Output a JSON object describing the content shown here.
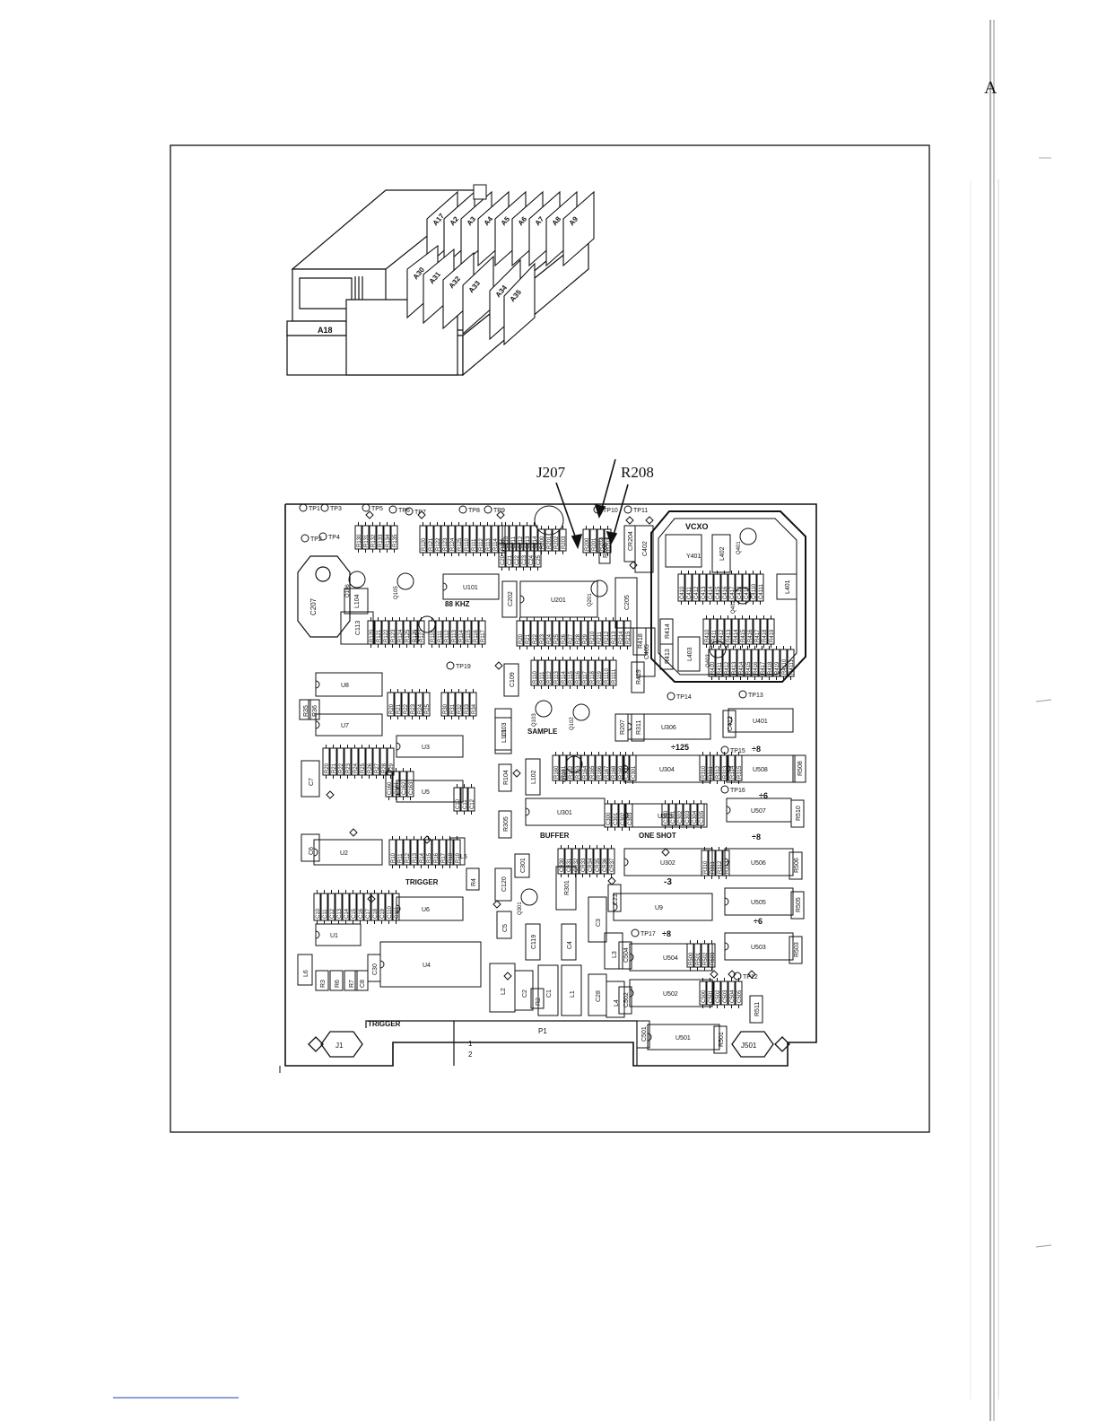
{
  "page": {
    "margin_letter": "A"
  },
  "chassis": {
    "modules_top": [
      "A17",
      "A2",
      "A3",
      "A4",
      "A5",
      "A6",
      "A7",
      "A8",
      "A9"
    ],
    "modules_bottom": [
      "A30",
      "A31",
      "A32",
      "A33",
      "A34",
      "A35"
    ],
    "module_front": "A18"
  },
  "callouts": {
    "j201": "J207",
    "r208": "R208"
  },
  "board": {
    "section_labels": {
      "vcxo": "VCXO",
      "khz": "88 KHZ",
      "sample": "SAMPLE",
      "div125": "÷125",
      "buffer": "BUFFER",
      "one_shot": "ONE SHOT",
      "trigger": "TRIGGER",
      "trigger2": "TRIGGER",
      "div3": "-3",
      "div6a": "÷6",
      "div6b": "÷6",
      "div8a": "÷8",
      "div8b": "÷8",
      "div8c": "÷8"
    },
    "test_points": [
      "TP1",
      "TP2",
      "TP3",
      "TP4",
      "TP5",
      "TP6",
      "TP7",
      "TP8",
      "TP9",
      "TP10",
      "TP11",
      "TP12",
      "TP13",
      "TP14",
      "TP15",
      "TP16",
      "TP17",
      "TP19"
    ],
    "ics": [
      "U1",
      "U2",
      "U3",
      "U4",
      "U5",
      "U6",
      "U7",
      "U8",
      "U9",
      "U101",
      "U201",
      "U301",
      "U302",
      "U303",
      "U304",
      "U306",
      "U401",
      "U501",
      "U502",
      "U503",
      "U504",
      "U505",
      "U506",
      "U507",
      "U508"
    ],
    "connectors": [
      "J1",
      "J501",
      "P1"
    ],
    "crystal": "Y401",
    "big_caps": [
      "C207",
      "C113",
      "C7",
      "C6",
      "C405",
      "C402",
      "C205"
    ],
    "misc_labels": [
      "L104",
      "L402",
      "L403",
      "L401",
      "L101",
      "L102",
      "L103",
      "L2",
      "L1",
      "L3",
      "L4",
      "L5",
      "L6",
      "C1",
      "C2",
      "C3",
      "C4",
      "C5",
      "C28",
      "C119",
      "C120",
      "R301",
      "R511",
      "Q401",
      "Q402",
      "Q403",
      "Q106",
      "Q105",
      "Q104",
      "Q103",
      "Q101",
      "Q102",
      "Q301"
    ]
  }
}
